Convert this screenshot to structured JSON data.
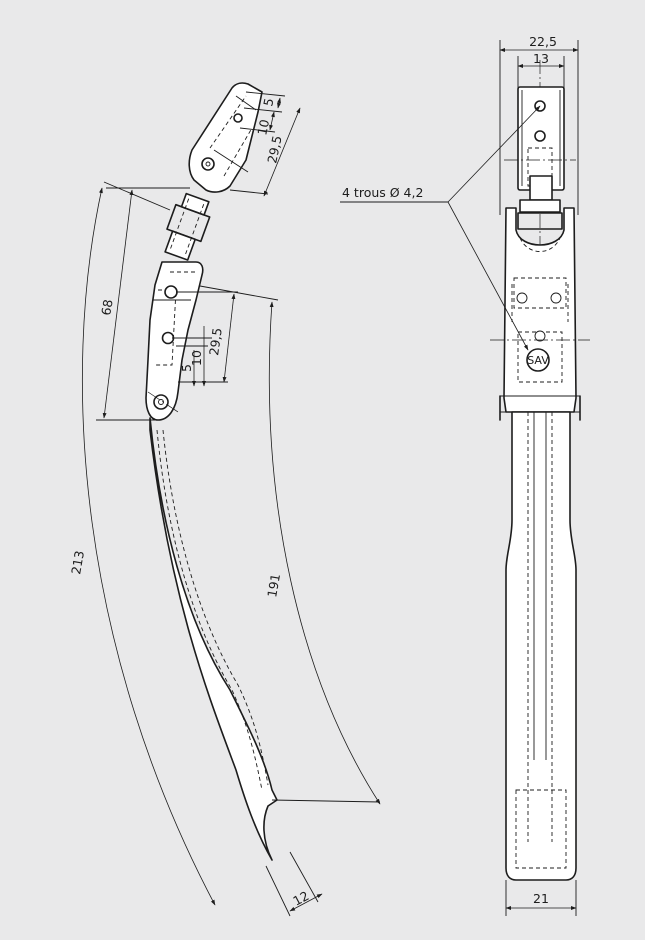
{
  "palette": {
    "background": "#e9e9ea",
    "line": "#1d1d1d",
    "part_fill": "#ffffff"
  },
  "side_view": {
    "dims": {
      "overall_length": "213",
      "blade_length": "191",
      "pivot_height": "68",
      "blade_width": "12",
      "hole_spacing": "29,5",
      "hole_offset": "10",
      "edge_offset": "5"
    },
    "top_dims": {
      "edge_offset": "5",
      "hole_offset": "10",
      "hole_spacing": "29,5"
    }
  },
  "front_view": {
    "dims": {
      "top_width": "22,5",
      "clip_width": "13",
      "foot_width": "21"
    },
    "callout": "4 trous Ø 4,2",
    "maker_mark": "SAV"
  }
}
